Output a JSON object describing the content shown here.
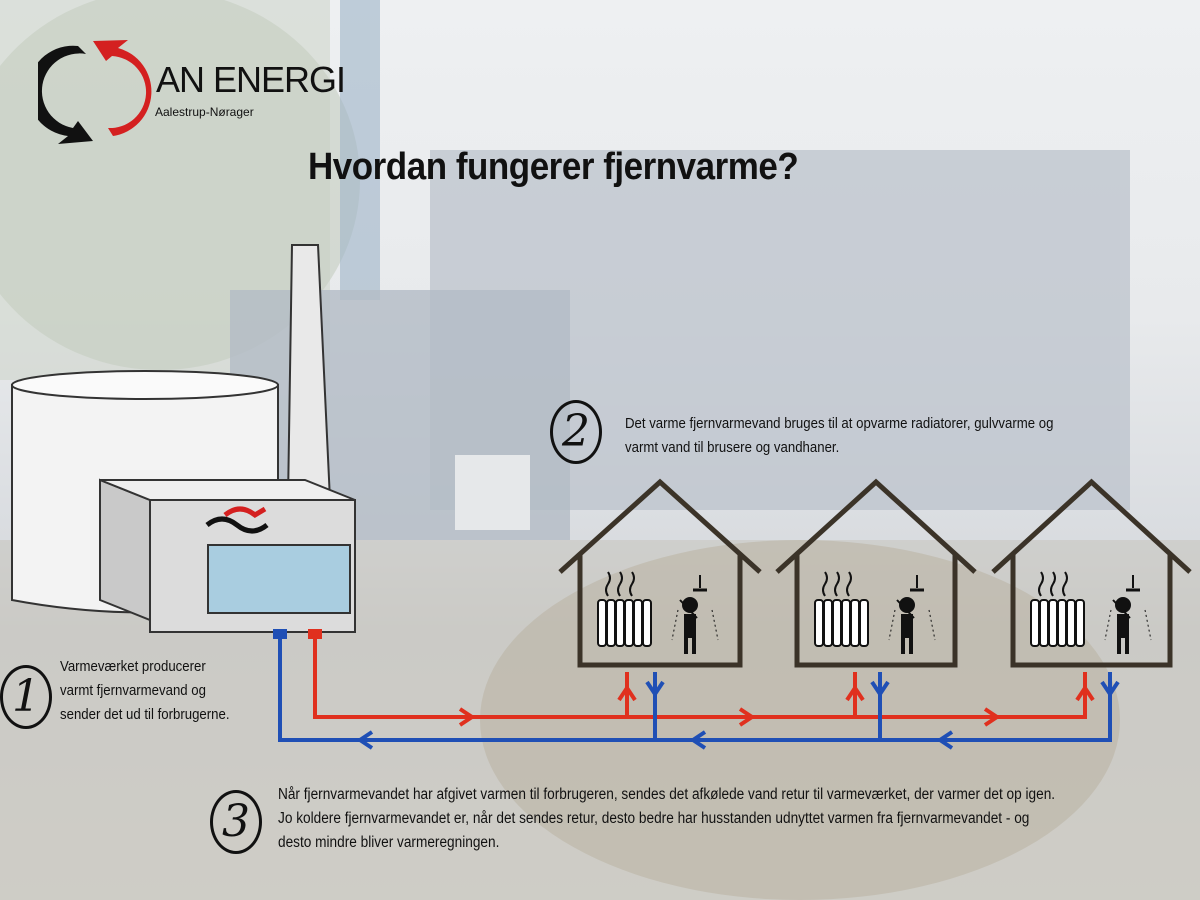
{
  "title": "Hvordan fungerer fjernvarme?",
  "logo": {
    "brand": "AN ENERGI",
    "subtitle": "Aalestrup-Nørager"
  },
  "steps": [
    {
      "number": "1",
      "text": "Varmeværket producerer varmt fjernvarmevand og sender det ud til forbrugerne.",
      "lines": [
        "Varmeværket producerer",
        "varmt fjernvarmevand og",
        "sender det ud til forbrugerne."
      ]
    },
    {
      "number": "2",
      "lines": [
        "Det varme fjernvarmevand bruges til at opvarme radiatorer, gulvvarme og",
        "varmt vand til brusere og vandhaner."
      ]
    },
    {
      "number": "3",
      "lines": [
        "Når fjernvarmevandet har afgivet varmen til forbrugeren, sendes det afkølede vand retur til varmeværket, der varmer det op igen.",
        "Jo koldere fjernvarmevandet er, når det sendes retur, desto bedre har husstanden udnyttet varmen fra fjernvarmevandet - og",
        "desto mindre bliver varmeregningen."
      ]
    }
  ],
  "colors": {
    "supply": "#e0301e",
    "return": "#1f4fb5",
    "house": "#3b3328"
  }
}
